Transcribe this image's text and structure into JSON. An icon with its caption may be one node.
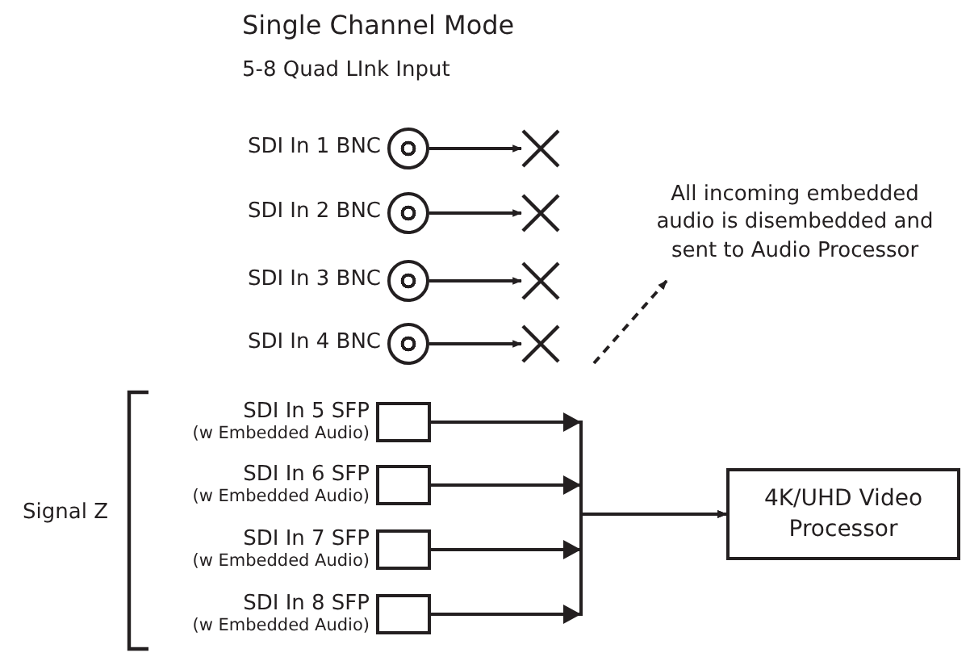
{
  "diagram": {
    "title": "Single Channel Mode",
    "nodes": [
      {
        "text": [],
        "shape": "circle",
        "beside": [
          "SDI In 1 BNC"
        ]
      },
      {
        "text": [],
        "shape": "circle",
        "beside": [
          "SDI In 2 BNC"
        ]
      },
      {
        "text": [],
        "shape": "circle",
        "beside": [
          "SDI In 3 BNC"
        ]
      },
      {
        "text": [],
        "shape": "circle",
        "beside": [
          "SDI In 4 BNC"
        ]
      },
      {
        "text": [],
        "shape": "cross"
      },
      {
        "text": [],
        "shape": "cross"
      },
      {
        "text": [],
        "shape": "cross"
      },
      {
        "text": [],
        "shape": "cross"
      },
      {
        "text": [
          "All incoming embedded audio is disembedded and sent to Audio Processor"
        ]
      },
      {
        "text": [],
        "shape": "box",
        "beside": [
          "SDI In 5 SFP",
          "(w Embedded Audio)"
        ]
      },
      {
        "text": [],
        "shape": "box",
        "beside": [
          "SDI In 6 SFP",
          "(w Embedded Audio)"
        ]
      },
      {
        "text": [],
        "shape": "box",
        "beside": [
          "SDI In 7 SFP",
          "(w Embedded Audio)"
        ]
      },
      {
        "text": [],
        "shape": "box",
        "beside": [
          "SDI In 8 SFP",
          "(w Embedded Audio)"
        ]
      },
      {
        "text": [
          "4K/UHD Video Processor"
        ]
      }
    ],
    "edges": [
      {
        "from": 0,
        "to": 4,
        "arrow": "to"
      },
      {
        "from": 1,
        "to": 5,
        "arrow": "to"
      },
      {
        "from": 2,
        "to": 6,
        "arrow": "to"
      },
      {
        "from": 3,
        "to": 7,
        "arrow": "to"
      },
      {
        "from": null,
        "to": 8,
        "arrow": "to",
        "style": "dashed"
      },
      {
        "from": 9,
        "to": 13,
        "arrow": "to"
      },
      {
        "from": 10,
        "to": 13,
        "arrow": "to"
      },
      {
        "from": 11,
        "to": 13,
        "arrow": "to"
      },
      {
        "from": 12,
        "to": 13,
        "arrow": "to"
      }
    ],
    "labels": [
      "5-8 Quad LInk Input",
      "Signal Z"
    ]
  }
}
